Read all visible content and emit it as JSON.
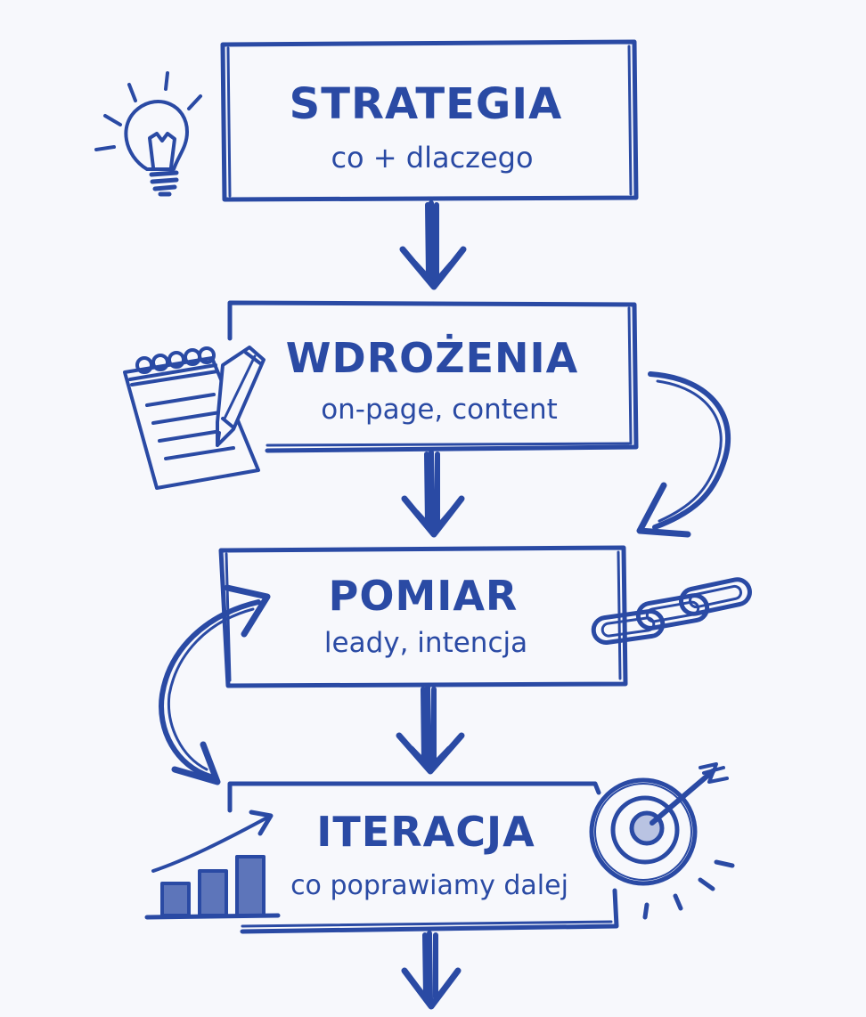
{
  "colors": {
    "ink": "#2a4aa4",
    "ink_dark": "#1f3d8f",
    "paper": "#f7f8fc"
  },
  "steps": [
    {
      "title": "STRATEGIA",
      "subtitle": "co + dlaczego",
      "icon": "lightbulb-icon"
    },
    {
      "title": "WDROŻENIA",
      "subtitle": "on-page, content",
      "icon": "notepad-pencil-icon"
    },
    {
      "title": "POMIAR",
      "subtitle": "leady, intencja",
      "icon": "chain-link-icon"
    },
    {
      "title": "ITERACJA",
      "subtitle": "co poprawiamy dalej",
      "icon": "target-dart-icon"
    }
  ],
  "extra_icons": [
    "bar-chart-growth-icon"
  ],
  "connectors": [
    "arrow-down",
    "arrow-down",
    "arrow-down",
    "arrow-down",
    "curved-arrow-right",
    "double-curved-arrow-left"
  ]
}
